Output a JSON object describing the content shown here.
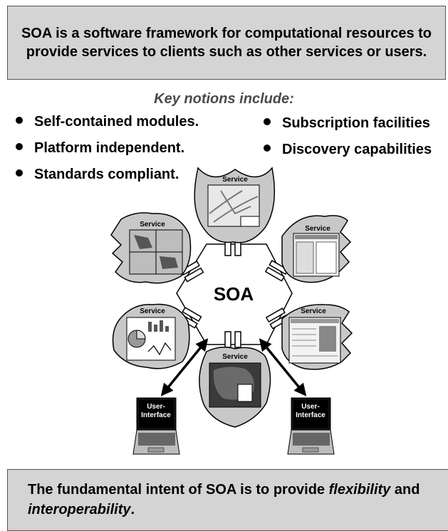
{
  "header": {
    "definition": "SOA is a software framework for computational resources to provide services to clients such as other services or users."
  },
  "key_notions": {
    "title": "Key notions include:",
    "left": [
      "Self-contained modules.",
      "Platform independent.",
      "Standards compliant."
    ],
    "right": [
      "Subscription facilities",
      "Discovery capabilities"
    ]
  },
  "diagram": {
    "center_label": "SOA",
    "service_label": "Service",
    "ui_label_line1": "User-",
    "ui_label_line2": "Interface"
  },
  "footer": {
    "text_1": "The fundamental intent of SOA is to provide ",
    "emph_1": "flexibility",
    "text_2": " and ",
    "emph_2": "interoperability",
    "text_3": "."
  }
}
